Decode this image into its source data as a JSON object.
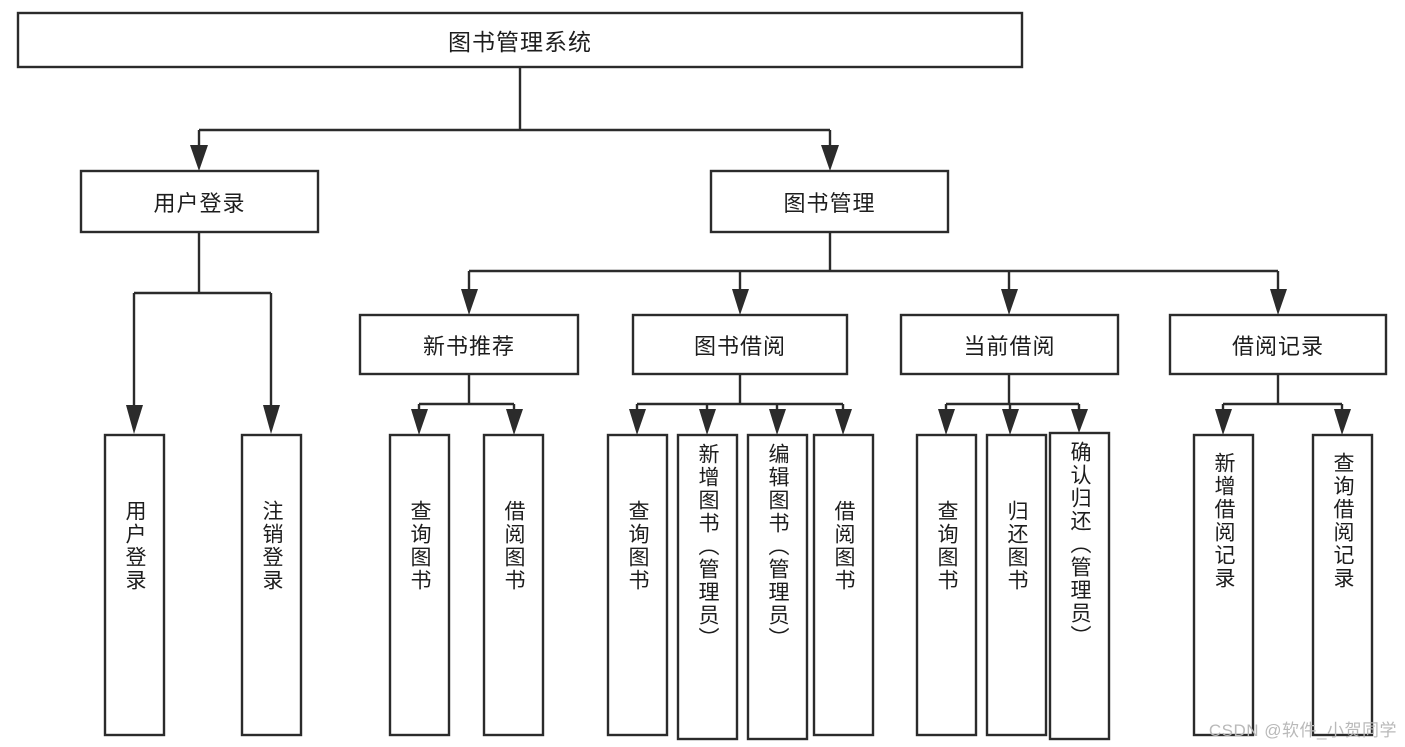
{
  "diagram": {
    "title": "图书管理系统",
    "watermark": "CSDN @软件_小贺同学",
    "root": {
      "label": "图书管理系统"
    },
    "level2": [
      {
        "id": "user-login",
        "label": "用户登录"
      },
      {
        "id": "book-management",
        "label": "图书管理"
      }
    ],
    "level3": [
      {
        "id": "new-book-recommend",
        "label": "新书推荐"
      },
      {
        "id": "book-borrow",
        "label": "图书借阅"
      },
      {
        "id": "current-borrow",
        "label": "当前借阅"
      },
      {
        "id": "borrow-record",
        "label": "借阅记录"
      }
    ],
    "leaves": {
      "user_login": [
        {
          "id": "leaf-user-login",
          "label": "用户登录"
        },
        {
          "id": "leaf-logout-login",
          "label": "注销登录"
        }
      ],
      "new_book_recommend": [
        {
          "id": "leaf-query-book-1",
          "label": "查询图书"
        },
        {
          "id": "leaf-borrow-book-1",
          "label": "借阅图书"
        }
      ],
      "book_borrow": [
        {
          "id": "leaf-query-book-2",
          "label": "查询图书"
        },
        {
          "id": "leaf-add-book",
          "label": "新增图书（管理员）"
        },
        {
          "id": "leaf-edit-book",
          "label": "编辑图书（管理员）"
        },
        {
          "id": "leaf-borrow-book-2",
          "label": "借阅图书"
        }
      ],
      "current_borrow": [
        {
          "id": "leaf-query-book-3",
          "label": "查询图书"
        },
        {
          "id": "leaf-return-book",
          "label": "归还图书"
        },
        {
          "id": "leaf-confirm-return",
          "label": "确认归还（管理员）"
        }
      ],
      "borrow_record": [
        {
          "id": "leaf-add-record",
          "label": "新增借阅记录"
        },
        {
          "id": "leaf-query-record",
          "label": "查询借阅记录"
        }
      ]
    },
    "colors": {
      "stroke": "#2b2b2b",
      "fill": "#ffffff",
      "text": "#1d1d1d",
      "watermark": "#b9b9b9",
      "background": "#ffffff"
    }
  }
}
